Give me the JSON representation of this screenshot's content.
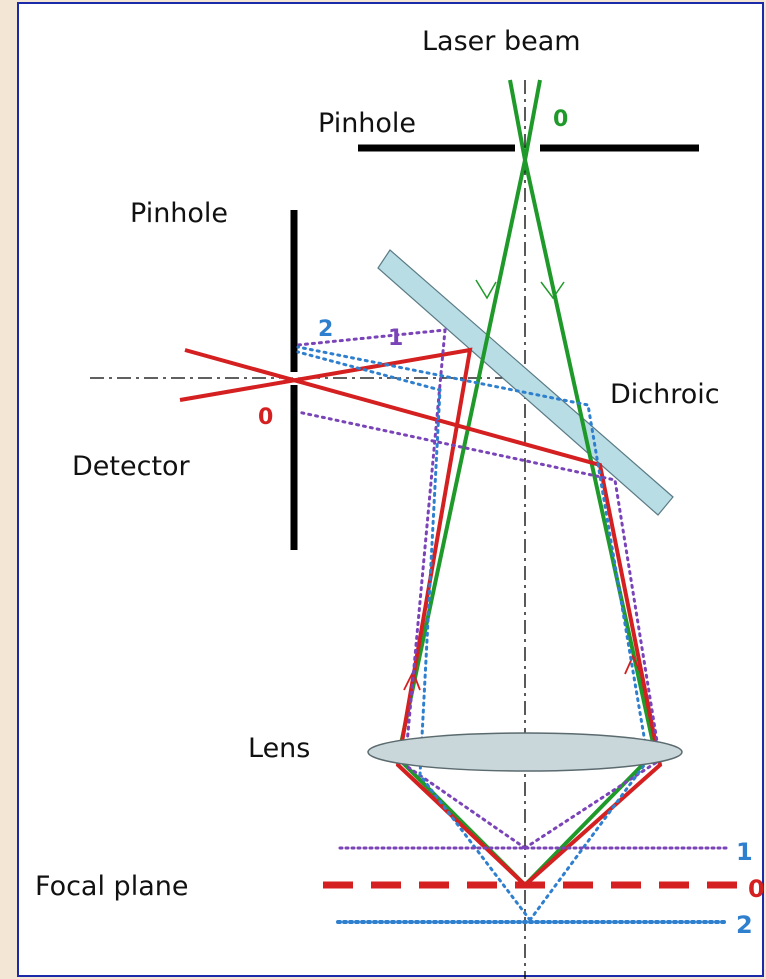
{
  "diagram": {
    "labels": {
      "laser_beam": "Laser beam",
      "pinhole_top": "Pinhole",
      "pinhole_left": "Pinhole",
      "dichroic": "Dichroic",
      "detector": "Detector",
      "lens": "Lens",
      "focal_plane": "Focal plane"
    },
    "markers": {
      "beam_order_top": "0",
      "detector_order_0": "0",
      "detector_order_1": "1",
      "detector_order_2": "2",
      "plane_1": "1",
      "plane_0": "0",
      "plane_2": "2"
    },
    "colors": {
      "laser": "#1f9a2a",
      "order_0": "#d42020",
      "order_1": "#7a44b8",
      "order_2": "#2f7fcf",
      "dichroic_fill": "#b9dde4",
      "lens_fill": "#c9d7da",
      "pinhole": "#000000",
      "frame": "#1a2aa8",
      "background": "#f3e6d4"
    }
  }
}
